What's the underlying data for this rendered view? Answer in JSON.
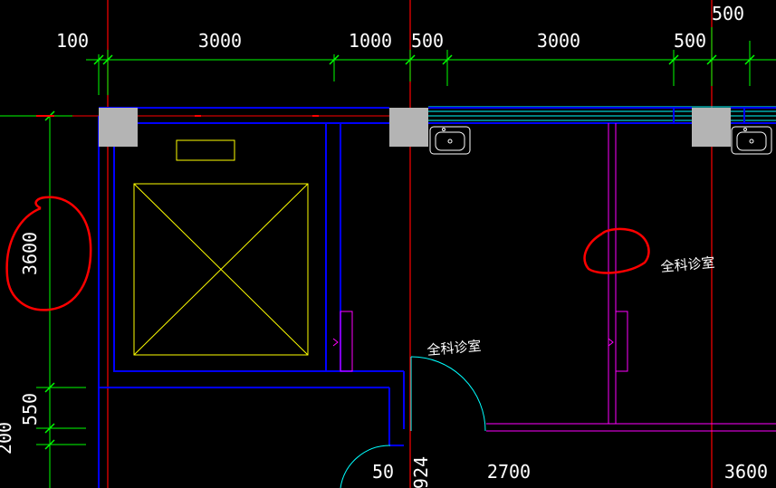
{
  "drawing": {
    "colors": {
      "background": "#000000",
      "axis": "#ff0000",
      "dimension": "#00ff00",
      "wall": "#0000ff",
      "column": "#b4b4b4",
      "elevator": "#ffff00",
      "partition": "#ff00ff",
      "door_arc": "#00ffff",
      "text": "#ffffff",
      "markup": "#ff0000",
      "pipe": "#00ffff"
    },
    "top_dimensions": [
      "100",
      "3000",
      "1000",
      "500",
      "3000",
      "500"
    ],
    "top_right_dimension": "500",
    "left_dimensions": [
      "3600",
      "550",
      "200"
    ],
    "bottom_dimensions": [
      "50",
      "924",
      "2700",
      "3600"
    ],
    "room_labels": [
      "全科诊室",
      "全科诊室"
    ],
    "icons": [
      "sink-icon",
      "sink-icon",
      "elevator-shaft",
      "door-swing-arc"
    ]
  }
}
